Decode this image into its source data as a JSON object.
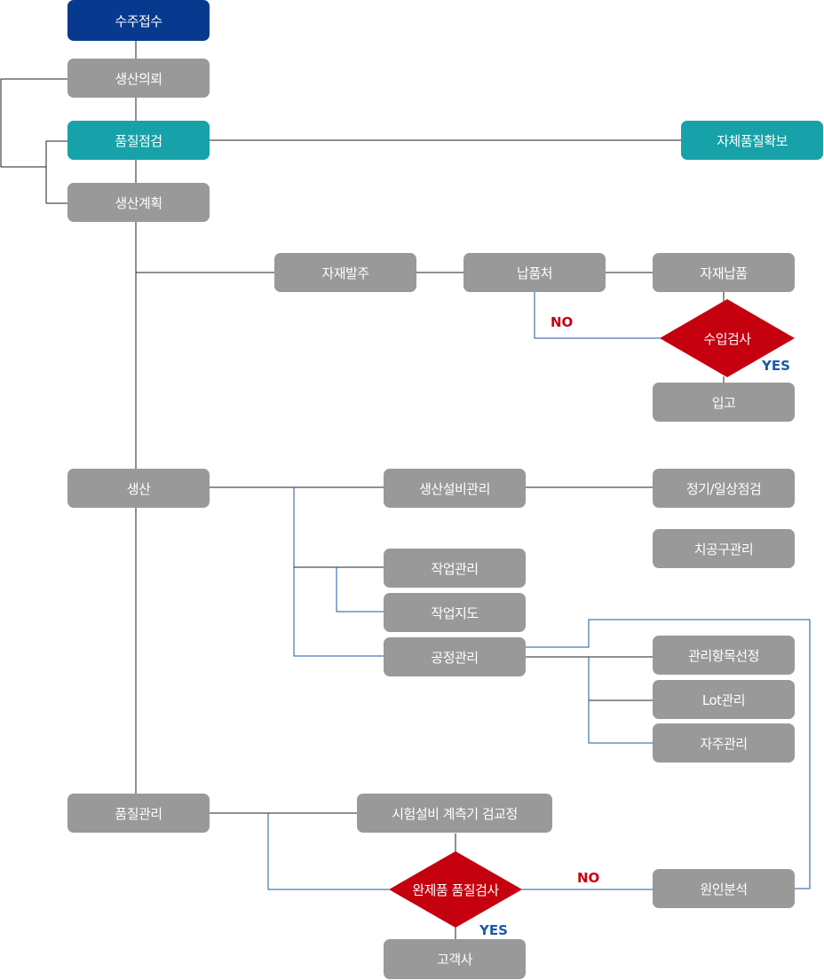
{
  "nodes": {
    "order_receipt": "수주접수",
    "production_request": "생산의뢰",
    "quality_check": "품질점검",
    "self_quality": "자체품질확보",
    "production_plan": "생산계획",
    "material_order": "자재발주",
    "supplier": "납품처",
    "material_delivery": "자재납품",
    "incoming_inspection": "수입검사",
    "warehousing": "입고",
    "production": "생산",
    "equipment_mgmt": "생산설비관리",
    "periodic_check": "정기/일상점검",
    "jig_tool_mgmt": "치공구관리",
    "work_mgmt": "작업관리",
    "work_guidance": "작업지도",
    "process_mgmt": "공정관리",
    "item_selection": "관리항목선정",
    "lot_mgmt": "Lot관리",
    "self_mgmt": "자주관리",
    "quality_mgmt": "품질관리",
    "calibration": "시험설비 계측기 검교정",
    "final_inspection": "완제품 품질검사",
    "cause_analysis": "원인분석",
    "customer": "고객사"
  },
  "edge_labels": {
    "incoming_no": "NO",
    "incoming_yes": "YES",
    "final_no": "NO",
    "final_yes": "YES"
  },
  "colors": {
    "node_gray": "#999999",
    "node_navy": "#073a8f",
    "node_teal": "#16a2a8",
    "decision_red": "#c5000f",
    "line_black": "#222222",
    "line_blue": "#1a5aa6",
    "no_label": "#c5000f",
    "yes_label": "#1a5aa6"
  }
}
